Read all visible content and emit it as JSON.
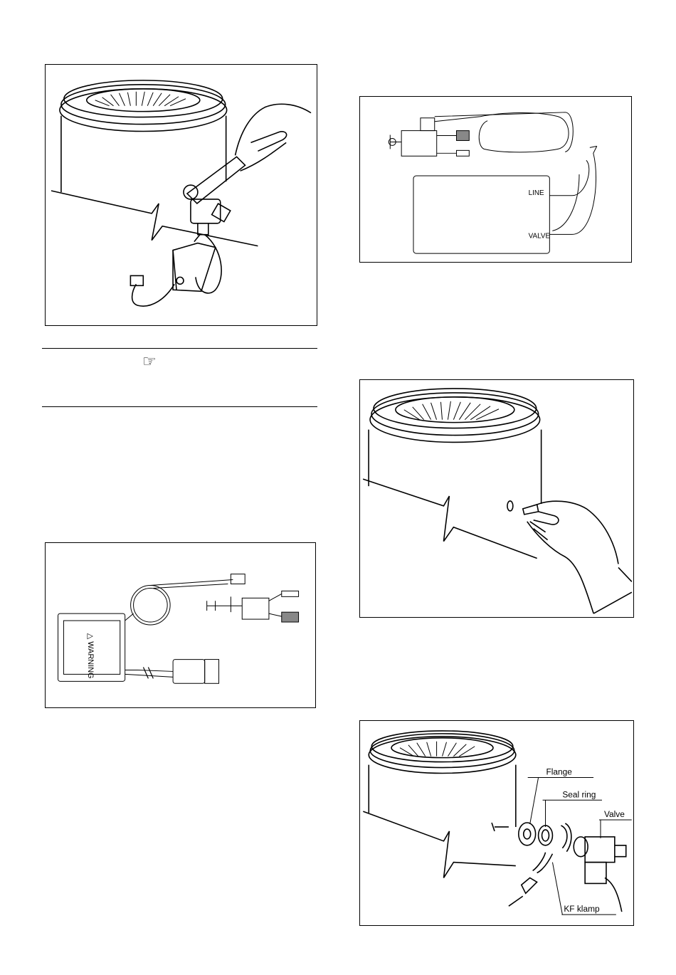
{
  "figures": {
    "valve_wrench": {},
    "cable_schematic_controller": {
      "labels": {
        "line": "LINE",
        "valve": "VALVE"
      }
    },
    "cable_schematic_warning": {
      "labels": {
        "warning": "△ WARNING"
      }
    },
    "valve_insert_hand": {},
    "valve_assembly": {
      "callouts": {
        "flange": "Flange",
        "seal_ring": "Seal ring",
        "valve": "Valve",
        "kf_klamp": "KF klamp"
      }
    }
  },
  "note": {
    "icon": "pointing-hand-icon",
    "glyph": "☞"
  }
}
